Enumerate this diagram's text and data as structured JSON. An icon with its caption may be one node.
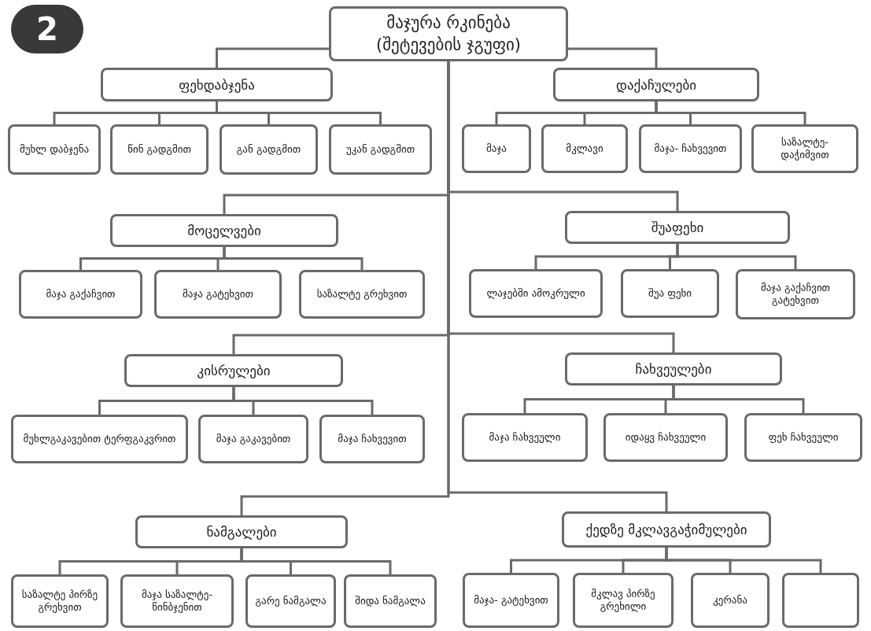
{
  "diagram": {
    "nodes": [
      {
        "text": [
          "მაჯურა რკინება",
          "(შეტევების ჯგუფი)"
        ]
      },
      {
        "text": [
          "ფეხდაბჯენა"
        ]
      },
      {
        "text": [
          "დაქაჩულები"
        ]
      },
      {
        "text": [
          "მუხლ დაბჯენა"
        ]
      },
      {
        "text": [
          "წინ გადგმით"
        ]
      },
      {
        "text": [
          "გან გადგმით"
        ]
      },
      {
        "text": [
          "უკან გადგმით"
        ]
      },
      {
        "text": [
          "მაჯა"
        ]
      },
      {
        "text": [
          "მკლავი"
        ]
      },
      {
        "text": [
          "მაჯა- ჩახვევით"
        ]
      },
      {
        "text": [
          "საზალტე- დაჭიმვით"
        ]
      },
      {
        "text": [
          "მოცელვები"
        ]
      },
      {
        "text": [
          "შუაფეხი"
        ]
      },
      {
        "text": [
          "მაჯა გაქაჩვით"
        ]
      },
      {
        "text": [
          "მაჯა გატეხვით"
        ]
      },
      {
        "text": [
          "საზალტე გრეხვით"
        ]
      },
      {
        "text": [
          "ლაჯებში ამოკრული"
        ]
      },
      {
        "text": [
          "შუა ფეხი"
        ]
      },
      {
        "text": [
          "მაჯა გაქაჩვით გატეხვით"
        ]
      },
      {
        "text": [
          "კისრულები"
        ]
      },
      {
        "text": [
          "ჩახვეულები"
        ]
      },
      {
        "text": [
          "მუხლგაკავებით ტერფგაკვრით"
        ]
      },
      {
        "text": [
          "მაჯა გაკავებით"
        ]
      },
      {
        "text": [
          "მაჯა ჩახვევით"
        ]
      },
      {
        "text": [
          "მაჯა ჩახვეული"
        ]
      },
      {
        "text": [
          "იდაყვ ჩახვეული"
        ]
      },
      {
        "text": [
          "ფეხ ჩახვეული"
        ]
      },
      {
        "text": [
          "ნამგალები"
        ]
      },
      {
        "text": [
          "ქედზე მკლავგაჭიმულები"
        ]
      },
      {
        "text": [
          "საზალტე პირზე გრეხვით"
        ]
      },
      {
        "text": [
          "მაჯა საზალტე- წინბჯენით"
        ]
      },
      {
        "text": [
          "გარე ნამგალა"
        ]
      },
      {
        "text": [
          "შიდა ნამგალა"
        ]
      },
      {
        "text": [
          "მაჯა- გატეხვით"
        ]
      },
      {
        "text": [
          "მკლავ პირზე გრეხილი"
        ]
      },
      {
        "text": [
          "კერანა"
        ]
      },
      {
        "text": [],
        "shape": "box"
      }
    ],
    "edges": [
      {
        "from": 0,
        "to": 1,
        "arrow": "none"
      },
      {
        "from": 0,
        "to": 2,
        "arrow": "none"
      },
      {
        "from": 1,
        "to": 3,
        "arrow": "none"
      },
      {
        "from": 1,
        "to": 4,
        "arrow": "none"
      },
      {
        "from": 1,
        "to": 5,
        "arrow": "none"
      },
      {
        "from": 1,
        "to": 6,
        "arrow": "none"
      },
      {
        "from": 2,
        "to": 7,
        "arrow": "none"
      },
      {
        "from": 2,
        "to": 8,
        "arrow": "none"
      },
      {
        "from": 2,
        "to": 9,
        "arrow": "none"
      },
      {
        "from": 2,
        "to": 10,
        "arrow": "none"
      },
      {
        "from": 0,
        "to": 11,
        "arrow": "none"
      },
      {
        "from": 0,
        "to": 12,
        "arrow": "none"
      },
      {
        "from": 11,
        "to": 13,
        "arrow": "none"
      },
      {
        "from": 11,
        "to": 14,
        "arrow": "none"
      },
      {
        "from": 11,
        "to": 15,
        "arrow": "none"
      },
      {
        "from": 12,
        "to": 16,
        "arrow": "none"
      },
      {
        "from": 12,
        "to": 17,
        "arrow": "none"
      },
      {
        "from": 12,
        "to": 18,
        "arrow": "none"
      },
      {
        "from": 0,
        "to": 19,
        "arrow": "none"
      },
      {
        "from": 0,
        "to": 20,
        "arrow": "none"
      },
      {
        "from": 19,
        "to": 21,
        "arrow": "none"
      },
      {
        "from": 19,
        "to": 22,
        "arrow": "none"
      },
      {
        "from": 19,
        "to": 23,
        "arrow": "none"
      },
      {
        "from": 20,
        "to": 24,
        "arrow": "none"
      },
      {
        "from": 20,
        "to": 25,
        "arrow": "none"
      },
      {
        "from": 20,
        "to": 26,
        "arrow": "none"
      },
      {
        "from": 0,
        "to": 27,
        "arrow": "none"
      },
      {
        "from": 0,
        "to": 28,
        "arrow": "none"
      },
      {
        "from": 27,
        "to": 29,
        "arrow": "none"
      },
      {
        "from": 27,
        "to": 30,
        "arrow": "none"
      },
      {
        "from": 27,
        "to": 31,
        "arrow": "none"
      },
      {
        "from": 27,
        "to": 32,
        "arrow": "none"
      },
      {
        "from": 28,
        "to": 33,
        "arrow": "none"
      },
      {
        "from": 28,
        "to": 34,
        "arrow": "none"
      },
      {
        "from": 28,
        "to": 35,
        "arrow": "none"
      },
      {
        "from": 28,
        "to": 36,
        "arrow": "none"
      }
    ],
    "labels": [
      "2"
    ]
  }
}
